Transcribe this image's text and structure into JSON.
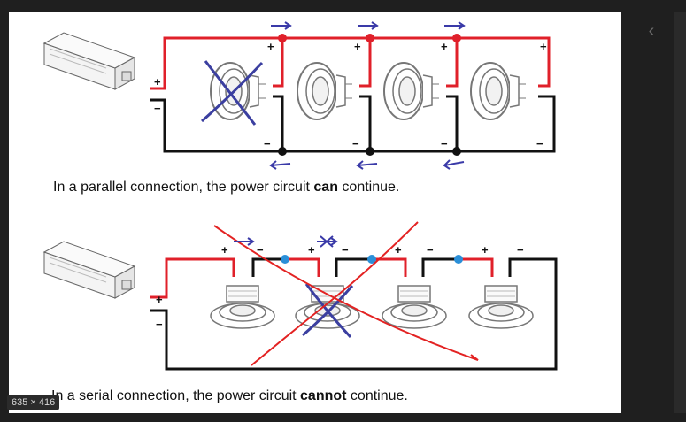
{
  "viewer": {
    "size_badge": "635 × 416",
    "prev_icon": "chevron-left-icon"
  },
  "diagram": {
    "parallel": {
      "caption_pre": "In a parallel connection, the power circuit ",
      "caption_bold": "can",
      "caption_post": " continue.",
      "driver_plus": "+",
      "driver_minus": "−",
      "speaker_plus": "+",
      "speaker_minus": "−",
      "speaker_count": 4,
      "crossed_speaker": 1
    },
    "serial": {
      "caption_pre": "In a serial connection, the power circuit ",
      "caption_bold": "cannot",
      "caption_post": " continue.",
      "driver_plus": "+",
      "driver_minus": "−",
      "speaker_plus": "+",
      "speaker_minus": "−",
      "speaker_count": 4,
      "crossed_speaker": 2
    },
    "colors": {
      "positive_wire": "#e0202a",
      "negative_wire": "#111111",
      "junction_blue": "#2a8fd8",
      "arrow_blue": "#3a3aa8",
      "cross_blue": "#3b3fa0",
      "cross_red": "#e32222"
    }
  }
}
